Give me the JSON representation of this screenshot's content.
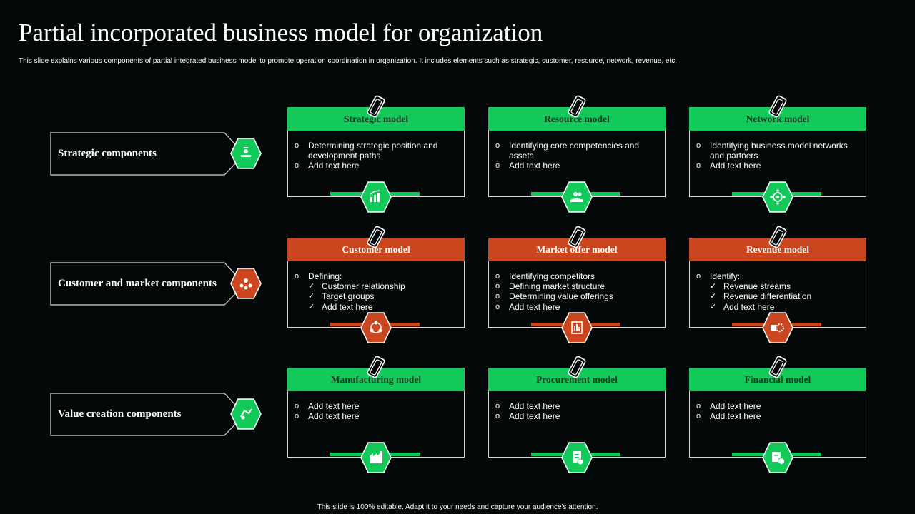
{
  "title": "Partial incorporated business model for organization",
  "subtitle": "This slide explains various components of partial integrated business model to promote operation coordination in organization. It includes elements such as strategic, customer, resource, network, revenue, etc.",
  "footer": "This slide is 100% editable.  Adapt it to your needs and capture your audience's attention.",
  "colors": {
    "background": "#050808",
    "green": "#12c95a",
    "orange": "#c9461f",
    "border": "#d8d8d8"
  },
  "rows": [
    {
      "label": "Strategic components",
      "icon": "strategy-icon",
      "color": "green"
    },
    {
      "label": "Customer and market components",
      "icon": "customers-icon",
      "color": "orange"
    },
    {
      "label": "Value creation components",
      "icon": "value-creation-icon",
      "color": "green"
    }
  ],
  "cards": [
    {
      "title": "Strategic model",
      "icon": "growth-chart-icon",
      "color": "green",
      "items": [
        {
          "bullet": "o",
          "text": "Determining strategic position and development paths"
        },
        {
          "bullet": "o",
          "text": "Add text here"
        }
      ]
    },
    {
      "title": "Resource model",
      "icon": "resource-hand-icon",
      "color": "green",
      "items": [
        {
          "bullet": "o",
          "text": "Identifying core competencies and assets"
        },
        {
          "bullet": "o",
          "text": "Add text here"
        }
      ]
    },
    {
      "title": "Network model",
      "icon": "network-icon",
      "color": "green",
      "items": [
        {
          "bullet": "o",
          "text": "Identifying business model networks and partners"
        },
        {
          "bullet": "o",
          "text": "Add text here"
        }
      ]
    },
    {
      "title": "Customer model",
      "icon": "customer-cycle-icon",
      "color": "orange",
      "items": [
        {
          "bullet": "o",
          "text": "Defining:"
        },
        {
          "bullet": "✓",
          "text": "Customer relationship",
          "sub": true
        },
        {
          "bullet": "✓",
          "text": "Target groups",
          "sub": true
        },
        {
          "bullet": "✓",
          "text": "Add text here",
          "sub": true
        }
      ]
    },
    {
      "title": "Market offer model",
      "icon": "market-offer-icon",
      "color": "orange",
      "items": [
        {
          "bullet": "o",
          "text": "Identifying competitors"
        },
        {
          "bullet": "o",
          "text": "Defining market structure"
        },
        {
          "bullet": "o",
          "text": "Determining value offerings"
        },
        {
          "bullet": "o",
          "text": "Add text here"
        }
      ]
    },
    {
      "title": "Revenue model",
      "icon": "revenue-gear-icon",
      "color": "orange",
      "items": [
        {
          "bullet": "o",
          "text": "Identify:"
        },
        {
          "bullet": "✓",
          "text": "Revenue streams",
          "sub": true
        },
        {
          "bullet": "✓",
          "text": "Revenue differentiation",
          "sub": true
        },
        {
          "bullet": "✓",
          "text": "Add text here",
          "sub": true
        }
      ]
    },
    {
      "title": "Manufacturing model",
      "icon": "factory-icon",
      "color": "green",
      "items": [
        {
          "bullet": "o",
          "text": "Add text here"
        },
        {
          "bullet": "o",
          "text": "Add text here"
        }
      ]
    },
    {
      "title": "Procurement model",
      "icon": "procurement-doc-icon",
      "color": "green",
      "items": [
        {
          "bullet": "o",
          "text": "Add text here"
        },
        {
          "bullet": "o",
          "text": "Add text here"
        }
      ]
    },
    {
      "title": "Financial model",
      "icon": "financial-icon",
      "color": "green",
      "items": [
        {
          "bullet": "o",
          "text": "Add text here"
        },
        {
          "bullet": "o",
          "text": "Add text here"
        }
      ]
    }
  ]
}
